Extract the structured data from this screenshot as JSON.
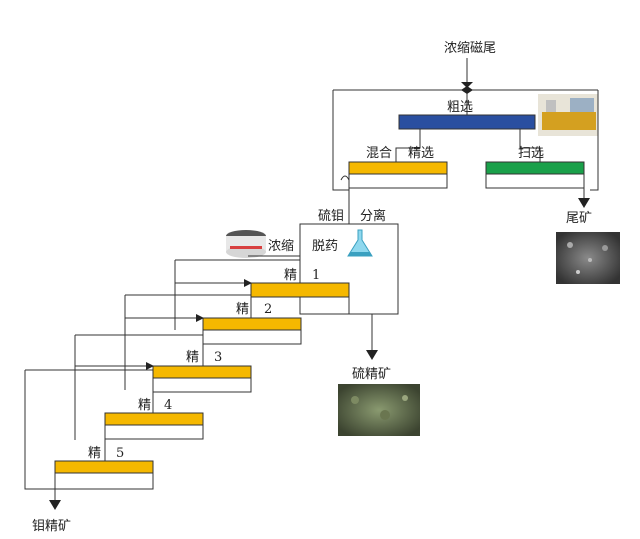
{
  "title": "浓缩磁尾",
  "stages": {
    "rougher": {
      "label": "粗选",
      "color": "#2a4fa0"
    },
    "mixed_cleaner": {
      "label_a": "混合",
      "label_b": "精选",
      "color": "#f5b800"
    },
    "scavenger": {
      "label": "扫选",
      "color": "#1aa04a"
    },
    "separation": {
      "label_a": "硫钼",
      "label_b": "分离"
    },
    "thicken": {
      "label": "浓缩"
    },
    "deslime": {
      "label": "脱药"
    },
    "cleaners": [
      {
        "label": "精",
        "num": "1"
      },
      {
        "label": "精",
        "num": "2"
      },
      {
        "label": "精",
        "num": "3"
      },
      {
        "label": "精",
        "num": "4"
      },
      {
        "label": "精",
        "num": "5"
      }
    ],
    "cleaner_color": "#f5b800"
  },
  "products": {
    "tailings": "尾矿",
    "sulfur_concentrate": "硫精矿",
    "mo_concentrate": "钼精矿"
  }
}
